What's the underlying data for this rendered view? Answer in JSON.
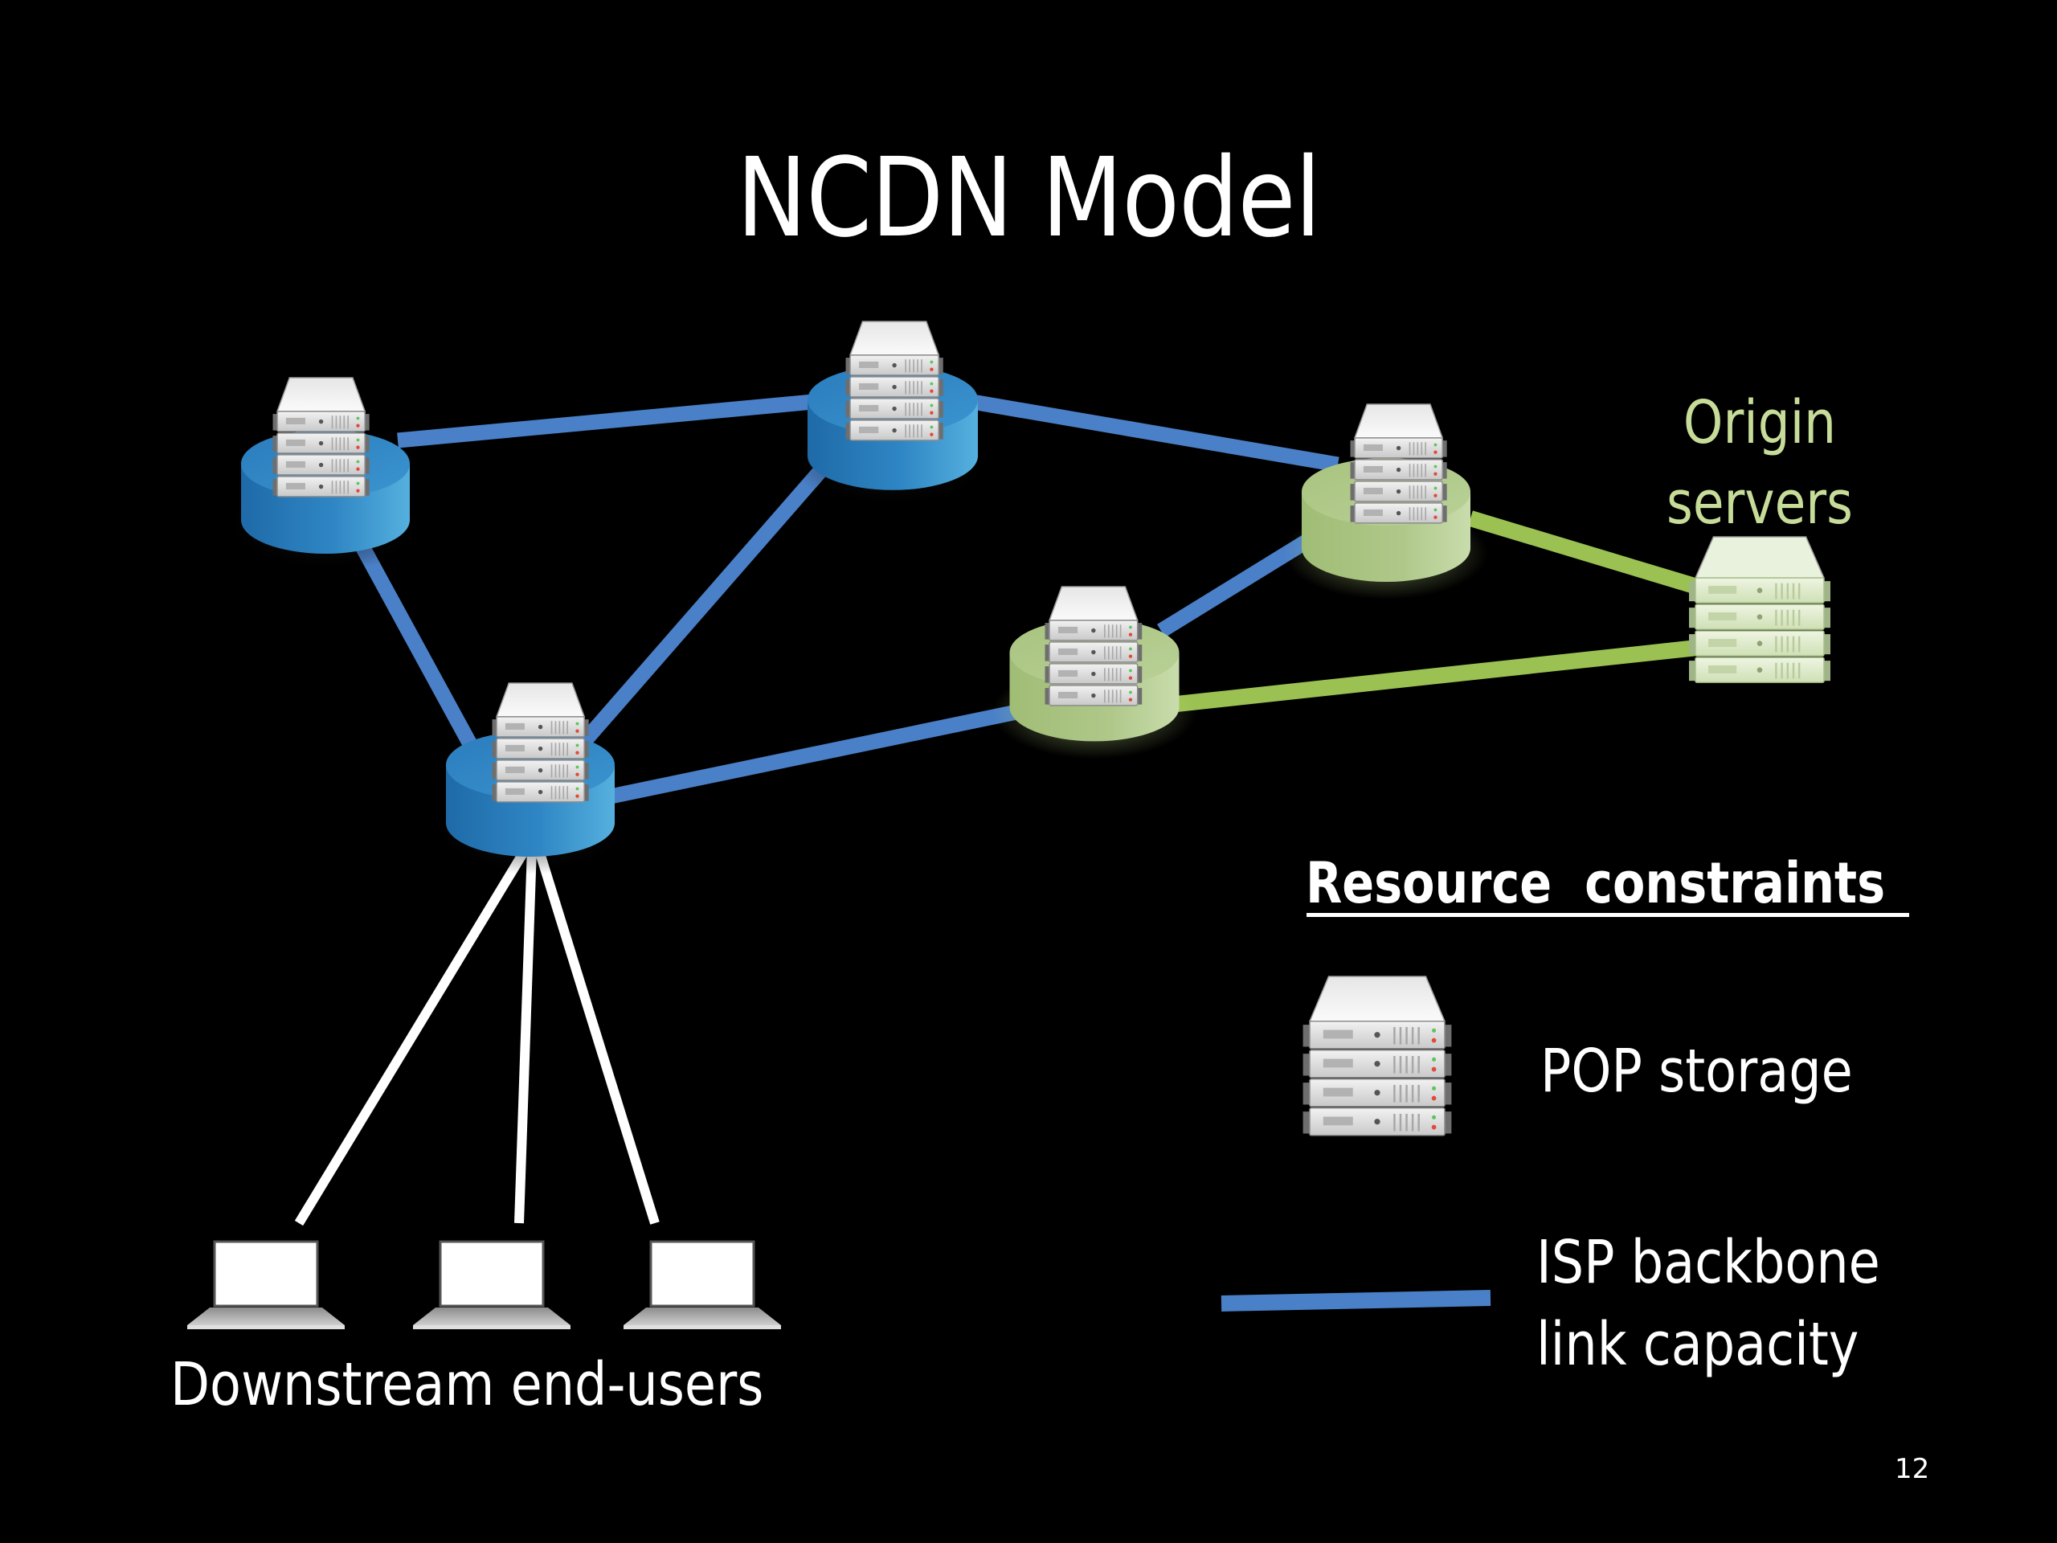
{
  "slide": {
    "title": "NCDN Model",
    "page_number": "12"
  },
  "diagram": {
    "nodes": [
      {
        "id": "pop-1",
        "type": "pop",
        "status": "isp",
        "color": "#2f86c4"
      },
      {
        "id": "pop-2",
        "type": "pop",
        "status": "isp",
        "color": "#2f86c4"
      },
      {
        "id": "pop-3",
        "type": "pop",
        "status": "isp-hub",
        "color": "#2f86c4"
      },
      {
        "id": "pop-4",
        "type": "pop",
        "status": "origin-connected",
        "color": "#a9c47f"
      },
      {
        "id": "pop-5",
        "type": "pop",
        "status": "origin-connected",
        "color": "#a9c47f"
      },
      {
        "id": "origin",
        "type": "origin-server",
        "color": "#d9e8c2"
      }
    ],
    "links": [
      {
        "from": "pop-1",
        "to": "pop-2",
        "kind": "backbone"
      },
      {
        "from": "pop-1",
        "to": "pop-3",
        "kind": "backbone"
      },
      {
        "from": "pop-2",
        "to": "pop-3",
        "kind": "backbone"
      },
      {
        "from": "pop-2",
        "to": "pop-5",
        "kind": "backbone"
      },
      {
        "from": "pop-3",
        "to": "pop-4",
        "kind": "backbone"
      },
      {
        "from": "pop-4",
        "to": "pop-5",
        "kind": "backbone"
      },
      {
        "from": "pop-5",
        "to": "origin",
        "kind": "origin"
      },
      {
        "from": "pop-4",
        "to": "origin",
        "kind": "origin"
      },
      {
        "from": "pop-3",
        "to": "user-1",
        "kind": "access"
      },
      {
        "from": "pop-3",
        "to": "user-2",
        "kind": "access"
      },
      {
        "from": "pop-3",
        "to": "user-3",
        "kind": "access"
      }
    ],
    "end_users": [
      {
        "id": "user-1",
        "icon": "laptop-icon"
      },
      {
        "id": "user-2",
        "icon": "laptop-icon"
      },
      {
        "id": "user-3",
        "icon": "laptop-icon"
      }
    ],
    "labels": {
      "origin": "Origin servers",
      "origin_line1": "Origin",
      "origin_line2": "servers",
      "end_users": "Downstream end-users"
    }
  },
  "legend": {
    "title": "Resource  constraints",
    "items": [
      {
        "icon": "server-stack-icon",
        "label": "POP storage"
      },
      {
        "icon": "backbone-link-icon",
        "label_line1": "ISP backbone",
        "label_line2": "link capacity"
      }
    ]
  },
  "colors": {
    "background": "#000000",
    "text": "#ffffff",
    "origin_text": "#c7dc99",
    "backbone_link": "#4a80c8",
    "origin_link": "#9bc152",
    "access_link": "#ffffff",
    "isp_pop": "#2f86c4",
    "origin_pop": "#a9c47f"
  }
}
